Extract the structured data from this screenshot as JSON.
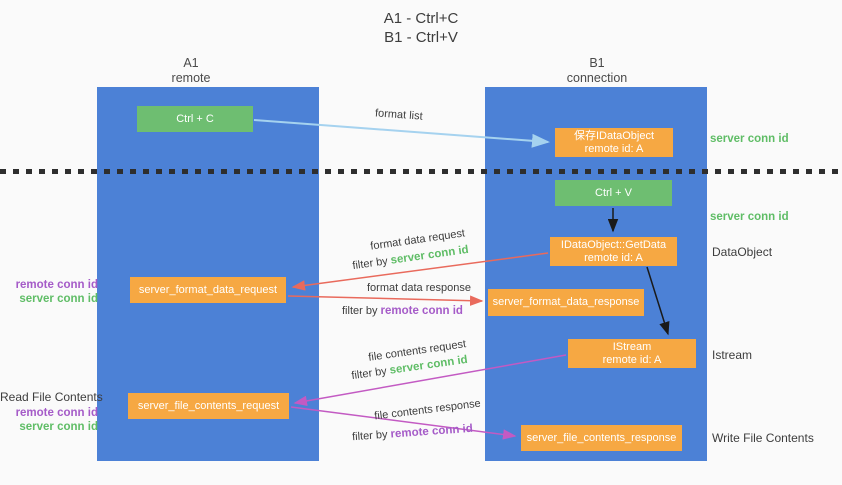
{
  "title": {
    "line1": "A1 - Ctrl+C",
    "line2": "B1 - Ctrl+V"
  },
  "lanes": {
    "left": {
      "name": "A1",
      "subtitle": "remote"
    },
    "right": {
      "name": "B1",
      "subtitle": "connection"
    }
  },
  "nodes": {
    "ctrl_c": {
      "label": "Ctrl + C"
    },
    "save_idataobject": {
      "line1": "保存IDataObject",
      "line2": "remote id: A"
    },
    "ctrl_v": {
      "label": "Ctrl + V"
    },
    "getdata": {
      "line1": "IDataObject::GetData",
      "line2": "remote id: A"
    },
    "server_format_data_request": {
      "label": "server_format_data_request"
    },
    "server_format_data_response": {
      "label": "server_format_data_response"
    },
    "istream": {
      "line1": "IStream",
      "line2": "remote id: A"
    },
    "server_file_contents_request": {
      "label": "server_file_contents_request"
    },
    "server_file_contents_response": {
      "label": "server_file_contents_response"
    }
  },
  "side_labels": {
    "server_conn_id_top": "server conn id",
    "server_conn_id_mid": "server conn id",
    "dataobject": "DataObject",
    "istream": "Istream",
    "write_file_contents": "Write File Contents",
    "read_file_contents": "Read File Contents",
    "remote_conn_id_format": "remote conn id",
    "server_conn_id_format": "server conn id",
    "remote_conn_id_file": "remote conn id",
    "server_conn_id_file": "server conn id"
  },
  "arrows": {
    "format_list": {
      "label": "format list"
    },
    "format_data_request": {
      "label": "format data request",
      "filter_prefix": "filter by ",
      "filter_key": "server conn id"
    },
    "format_data_response": {
      "label": "format data response",
      "filter_prefix": "filter by ",
      "filter_key": "remote conn id"
    },
    "file_contents_request": {
      "label": "file contents request",
      "filter_prefix": "filter by ",
      "filter_key": "server conn id"
    },
    "file_contents_response": {
      "label": "file contents response",
      "filter_prefix": "filter by ",
      "filter_key": "remote conn id"
    }
  },
  "colors": {
    "panel_blue": "#4c81d6",
    "node_green": "#6ebe71",
    "node_orange": "#f6a843",
    "accent_green": "#5fbd66",
    "accent_purple": "#a55bc8",
    "arrow_red": "#e96a5c",
    "arrow_magenta": "#c35ac3",
    "arrow_lightblue": "#a5d2ef",
    "background": "#fafafa"
  }
}
